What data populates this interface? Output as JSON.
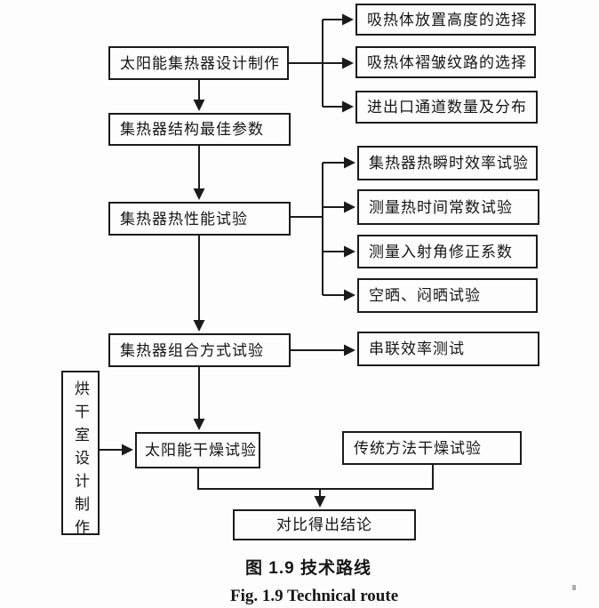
{
  "figure": {
    "caption_zh": "图 1.9 技术路线",
    "caption_en": "Fig. 1.9 Technical route"
  },
  "nodes": {
    "collector_design": "太阳能集热器设计制作",
    "absorber_height": "吸热体放置高度的选择",
    "absorber_pleat": "吸热体褶皱纹路的选择",
    "inlet_outlet": "进出口通道数量及分布",
    "optimal_params": "集热器结构最佳参数",
    "thermal_test": "集热器热性能试验",
    "instant_efficiency": "集热器热瞬时效率试验",
    "time_constant": "测量热时间常数试验",
    "incidence_angle": "测量入射角修正系数",
    "exposure_test": "空晒、闷晒试验",
    "combination_test": "集热器组合方式试验",
    "series_efficiency": "串联效率测试",
    "drying_room_design": "烘干室设计制作",
    "solar_drying": "太阳能干燥试验",
    "traditional_drying": "传统方法干燥试验",
    "conclusion": "对比得出结论"
  },
  "style": {
    "ink_color": "#1b1b1b",
    "paper_color": "#fdfdfd"
  }
}
